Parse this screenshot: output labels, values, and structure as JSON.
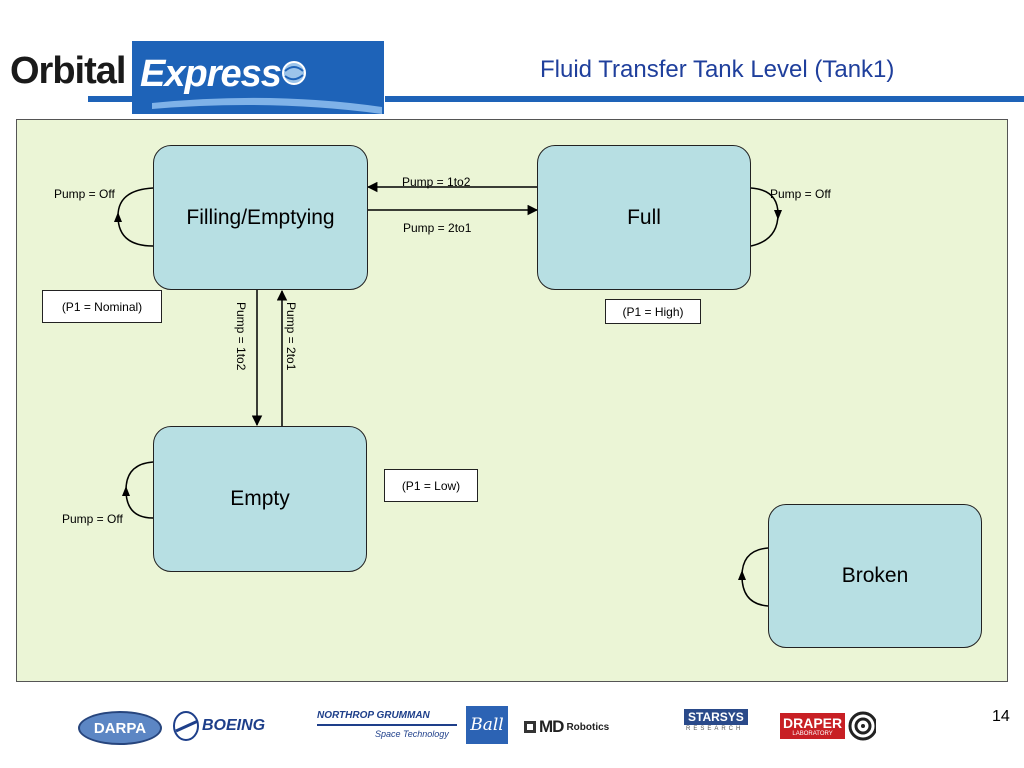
{
  "header": {
    "logo_part1": "Orbital",
    "logo_part2": "Express",
    "title": "Fluid Transfer Tank Level (Tank1)"
  },
  "diagram": {
    "states": {
      "filling": "Filling/Emptying",
      "full": "Full",
      "empty": "Empty",
      "broken": "Broken"
    },
    "transitions": {
      "full_to_filling": "Pump = 1to2",
      "filling_to_full": "Pump = 2to1",
      "filling_to_empty": "Pump = 1to2",
      "empty_to_filling": "Pump = 2to1"
    },
    "self_loops": {
      "filling": "Pump = Off",
      "full": "Pump = Off",
      "empty": "Pump = Off"
    },
    "notes": {
      "filling": "(P1 = Nominal)",
      "full": "(P1 = High)",
      "empty": "(P1 = Low)"
    },
    "colors": {
      "state_fill": "#b7dfe3",
      "panel_fill": "#ebf5d6",
      "title": "#1f3f9c",
      "brand_blue": "#1e63b8"
    }
  },
  "footer": {
    "page_number": "14",
    "sponsors": [
      "DARPA",
      "BOEING",
      "NORTHROP GRUMMAN",
      "Space Technology",
      "Ball",
      "MD",
      "Robotics",
      "STARSYS",
      "RESEARCH",
      "DRAPER",
      "LABORATORY"
    ]
  }
}
